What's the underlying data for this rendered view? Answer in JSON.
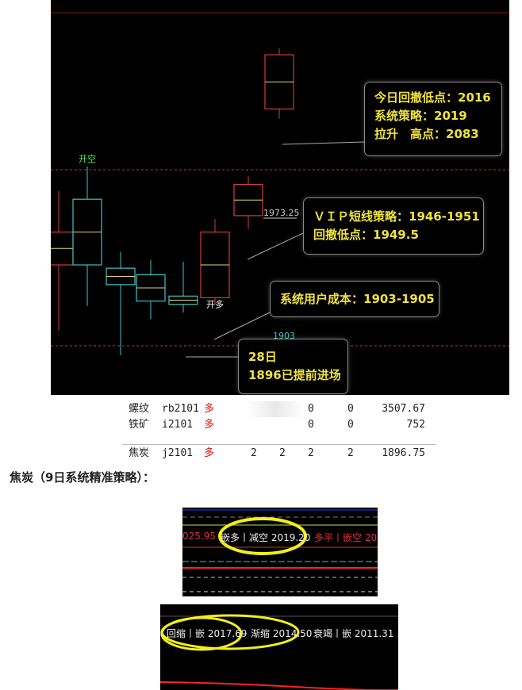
{
  "chart_data": {
    "type": "candlestick",
    "price_labels": {
      "high_marker": "1973.25",
      "low_marker": "1903"
    },
    "candles": [
      {
        "open": 1940,
        "close": 1920,
        "high": 1965,
        "low": 1880,
        "color": "#d33b3b",
        "cut_left": true
      },
      {
        "open": 1920,
        "close": 1960,
        "high": 1980,
        "low": 1895,
        "color": "#3fc4c4"
      },
      {
        "open": 1918,
        "close": 1908,
        "high": 1928,
        "low": 1865,
        "color": "#3fc4c4"
      },
      {
        "open": 1914,
        "close": 1898,
        "high": 1923,
        "low": 1887,
        "color": "#3fc4c4"
      },
      {
        "open": 1901,
        "close": 1896,
        "high": 1922,
        "low": 1891,
        "color": "#3fc4c4"
      },
      {
        "open": 1900,
        "close": 1940,
        "high": 1948,
        "low": 1896,
        "color": "#d33b3b"
      },
      {
        "open": 1950,
        "close": 1969,
        "high": 1974,
        "low": 1942,
        "color": "#d33b3b"
      },
      {
        "open": 2015,
        "close": 2048,
        "high": 2052,
        "low": 2009,
        "color": "#d33b3b"
      }
    ],
    "markers": [
      {
        "text": "开空",
        "candle": 1,
        "color": "#55ee55"
      },
      {
        "text": "开多",
        "candle": 5,
        "color": "#ffffff"
      }
    ]
  },
  "callouts": {
    "top": {
      "lines": [
        "今日回撤低点：2016",
        "系统策略：2019",
        "拉升　高点：2083"
      ]
    },
    "vip": {
      "lines": [
        "ＶＩＰ短线策略：1946-1951",
        "回撤低点：1949.5"
      ]
    },
    "cost": {
      "lines": [
        "系统用户成本：1903-1905"
      ]
    },
    "entry": {
      "lines": [
        "28日",
        "1896已提前进场"
      ]
    }
  },
  "table": {
    "rows": [
      {
        "name": "螺纹",
        "code": "rb2101",
        "dir": "多",
        "c1": "",
        "c2": "",
        "c3": "0",
        "c4": "0",
        "value": "3507.67"
      },
      {
        "name": "铁矿",
        "code": "i2101",
        "dir": "多",
        "c1": "",
        "c2": "",
        "c3": "0",
        "c4": "0",
        "value": "752"
      },
      {
        "name": "焦炭",
        "code": "j2101",
        "dir": "多",
        "c1": "2",
        "c2": "2",
        "c3": "2",
        "c4": "2",
        "value": "1896.75"
      }
    ]
  },
  "section_heading": "焦炭（9日系统精准策略）：",
  "panel1": {
    "left_value": "025.95",
    "text_a": "嵌多丨减空 2019.20",
    "text_b": "多平丨嵌空 20"
  },
  "panel2": {
    "text_a": "回缩丨嵌 2017.69",
    "text_b": "渐缩 2014.50",
    "text_c": "衰竭丨嵌 2011.31"
  },
  "colors": {
    "background": "#000000",
    "callout_text": "#f0e33c",
    "red_candle": "#d33b3b",
    "cyan_candle": "#3fc4c4",
    "highlight_ring": "#f2ef1a"
  }
}
